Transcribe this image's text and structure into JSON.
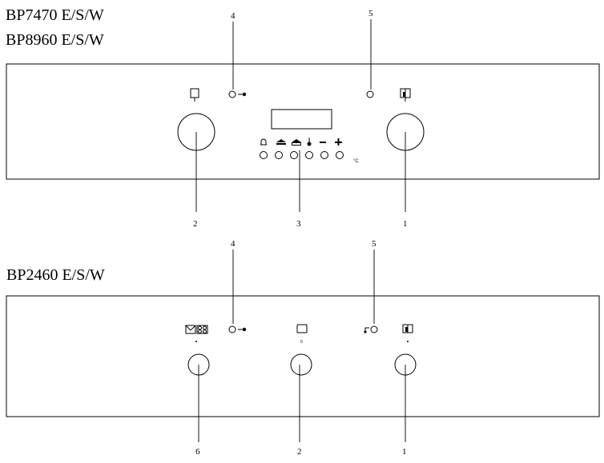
{
  "models_top": {
    "line1": "BP7470 E/S/W",
    "line2": "BP8960 E/S/W"
  },
  "models_bottom": {
    "line1": "BP2460 E/S/W"
  },
  "top_panel_callouts": {
    "c4": "4",
    "c5": "5",
    "c2": "2",
    "c3": "3",
    "c1": "1"
  },
  "top_panel": {
    "temperature_unit": "°C"
  },
  "bottom_panel_callouts": {
    "c4": "4",
    "c5": "5",
    "c6": "6",
    "c2": "2",
    "c1": "1"
  },
  "bottom_panel": {
    "knob2_mark": "0"
  },
  "icons": {
    "top_knob_left": "oven-function-icon",
    "top_knob_right": "thermostat-icon",
    "key_lamp": "key-icon",
    "buttons": [
      "bell-icon",
      "cook-start-icon",
      "cook-end-icon",
      "meat-probe-icon",
      "minus-icon",
      "plus-icon"
    ],
    "bottom_knob_left": "cooktop-zones-icon",
    "bottom_knob_middle": "oven-function-icon",
    "bottom_knob_right": "thermostat-icon",
    "bottom_lamp_5": "thermometer-icon"
  }
}
